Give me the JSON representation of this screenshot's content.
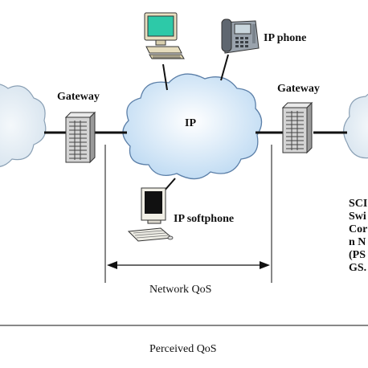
{
  "labels": {
    "gateway_left": "Gateway",
    "gateway_right": "Gateway",
    "ip_cloud": "IP",
    "ip_phone": "IP phone",
    "ip_softphone": "IP softphone",
    "network_qos": "Network QoS",
    "perceived_qos": "Perceived QoS"
  },
  "right_text_lines": [
    "SCI",
    "Swi",
    "Cor",
    "n N",
    "(PS",
    "GS."
  ],
  "colors": {
    "cloud_fill": "#dfeefa",
    "cloud_stroke": "#5b7fa8",
    "gateway_fill": "#d9d9d9",
    "line": "#111111"
  }
}
